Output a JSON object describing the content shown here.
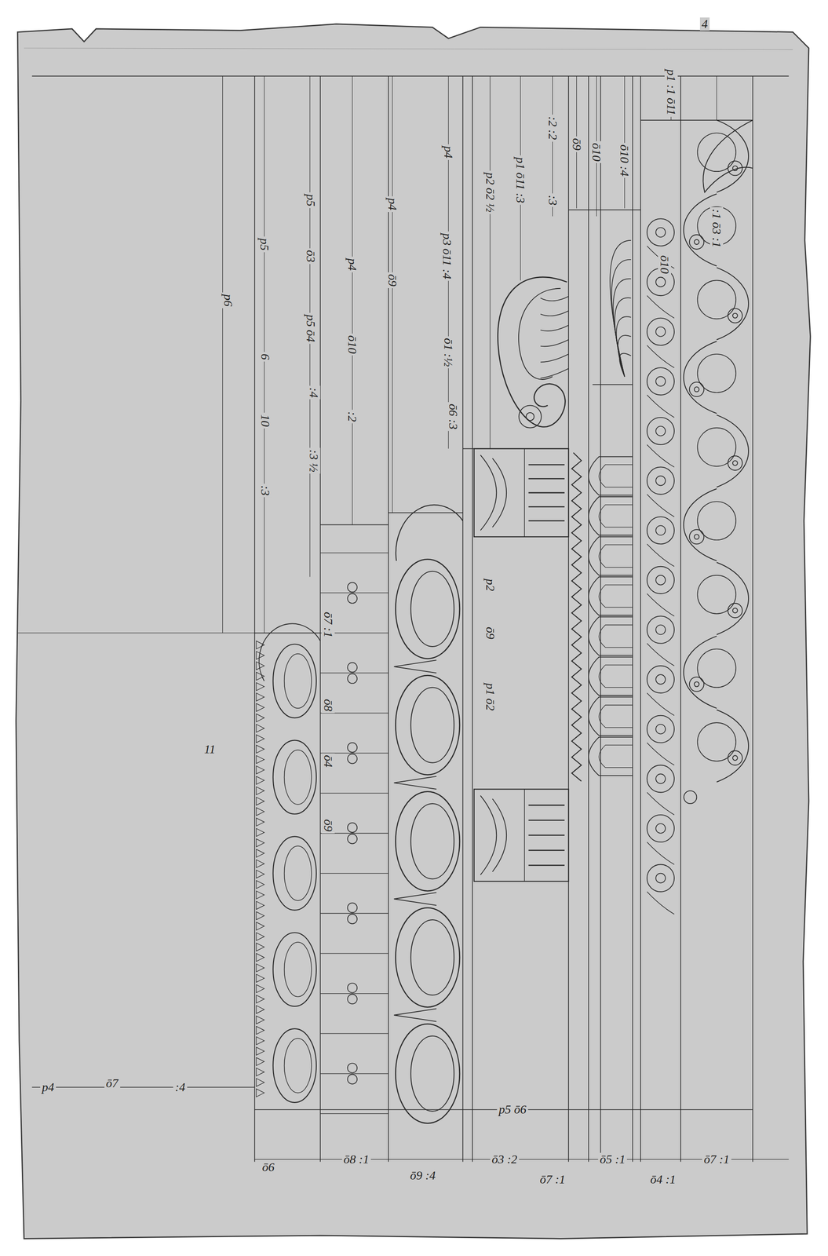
{
  "diagram": {
    "labels": [
      "4",
      "p6",
      "p5",
      "6",
      "10",
      ":3",
      "p5",
      "ō3",
      "p5 ō4",
      ":4",
      ":3 ½",
      "p4",
      "ō10",
      ":2",
      "p4",
      "ō9",
      "p4",
      "p3 ō11 :4",
      "ō1 :½",
      "p2 ō2 ½",
      "p1 ō11 :3",
      ":2 :2",
      ":3",
      "ō9",
      "ō10",
      "ō10 :4",
      "p1 :1 ō11",
      "ō10",
      ":1 ō3 :1",
      "p2",
      "ō9",
      "p1 ō2",
      "ō6 :3",
      "ō7 :1",
      "ō8",
      "ō4",
      "ō9",
      "11",
      "p4",
      "ō7",
      ":4",
      "p5 ō6",
      "ō6",
      "ō8 :1",
      "ō9 :4",
      "ō3 :2",
      "ō7 :1",
      "ō5 :1",
      "ō4 :1",
      "ō7 :1"
    ]
  }
}
